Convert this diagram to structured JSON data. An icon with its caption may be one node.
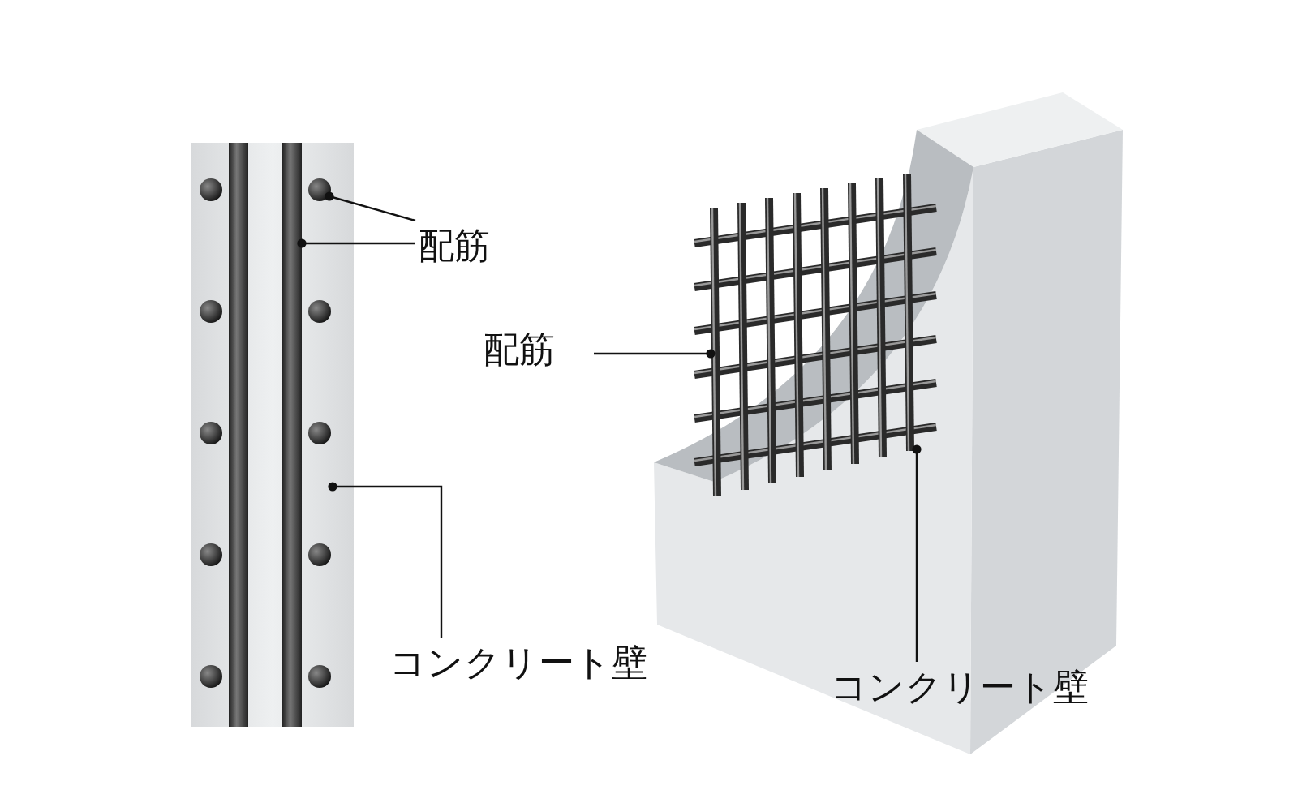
{
  "diagram": {
    "nodes": [
      {
        "text": [
          "配筋"
        ]
      },
      {
        "text": [
          "コンクリート壁"
        ]
      },
      {
        "text": [
          "配筋"
        ]
      },
      {
        "text": [
          "コンクリート壁"
        ]
      },
      {
        "text": [],
        "shape": "picture"
      },
      {
        "text": [],
        "shape": "picture"
      },
      {
        "text": [],
        "shape": "picture"
      }
    ],
    "edges": [
      {
        "from": 0,
        "to": 4,
        "arrow": "other"
      },
      {
        "from": 0,
        "to": 4,
        "arrow": "other"
      },
      {
        "from": 1,
        "to": 4,
        "arrow": "other"
      },
      {
        "from": 2,
        "to": 5,
        "arrow": "other"
      },
      {
        "from": 3,
        "to": 6,
        "arrow": "other"
      }
    ]
  }
}
